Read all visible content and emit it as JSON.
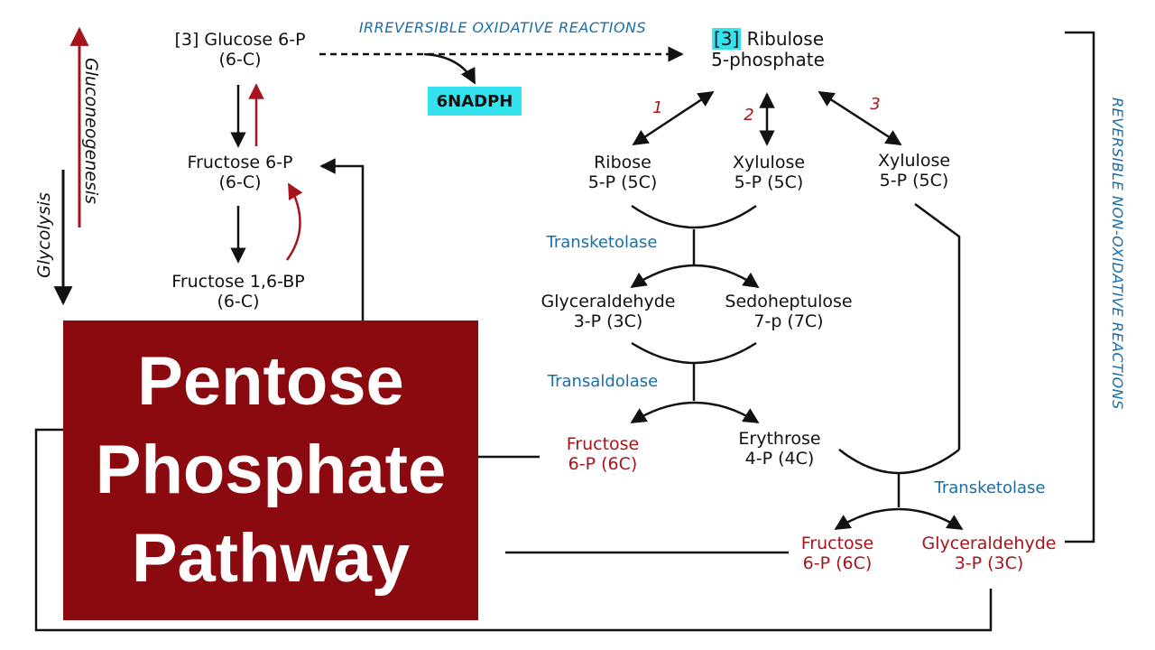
{
  "title": {
    "line1": "Pentose",
    "line2": "Phosphate",
    "line3": "Pathway"
  },
  "labels": {
    "irreversible": "IRREVERSIBLE OXIDATIVE REACTIONS",
    "reversible": "REVERSIBLE NON-OXIDATIVE REACTIONS",
    "gluconeogenesis": "Gluconeogenesis",
    "glycolysis": "Glycolysis",
    "nadph": "6NADPH"
  },
  "glycolysis_chain": {
    "glucose6p": {
      "count": "[3]",
      "name": "Glucose 6-P",
      "carbons": "(6-C)"
    },
    "fructose6p": {
      "name": "Fructose 6-P",
      "carbons": "(6-C)"
    },
    "fructose16bp": {
      "name": "Fructose 1,6-BP",
      "carbons": "(6-C)"
    }
  },
  "ribulose": {
    "count": "[3]",
    "name": "Ribulose",
    "name2": "5-phosphate"
  },
  "branches": [
    "1",
    "2",
    "3"
  ],
  "pentoses": {
    "ribose": {
      "name": "Ribose",
      "sub": "5-P (5C)"
    },
    "xylulose1": {
      "name": "Xylulose",
      "sub": "5-P (5C)"
    },
    "xylulose2": {
      "name": "Xylulose",
      "sub": "5-P (5C)"
    }
  },
  "enzymes": {
    "transketolase1": "Transketolase",
    "transaldolase": "Transaldolase",
    "transketolase2": "Transketolase"
  },
  "step1_products": {
    "g3p": {
      "name": "Glyceraldehyde",
      "sub": "3-P (3C)"
    },
    "s7p": {
      "name": "Sedoheptulose",
      "sub": "7-p (7C)"
    }
  },
  "step2_products": {
    "f6p": {
      "name": "Fructose",
      "sub": "6-P (6C)"
    },
    "e4p": {
      "name": "Erythrose",
      "sub": "4-P (4C)"
    }
  },
  "step3_products": {
    "f6p": {
      "name": "Fructose",
      "sub": "6-P (6C)"
    },
    "g3p": {
      "name": "Glyceraldehyde",
      "sub": "3-P (3C)"
    }
  },
  "colors": {
    "accent_blue": "#1a6ea8",
    "accent_red": "#a8141b",
    "highlight": "#35e3ee",
    "title_box": "#8b0a0f"
  }
}
